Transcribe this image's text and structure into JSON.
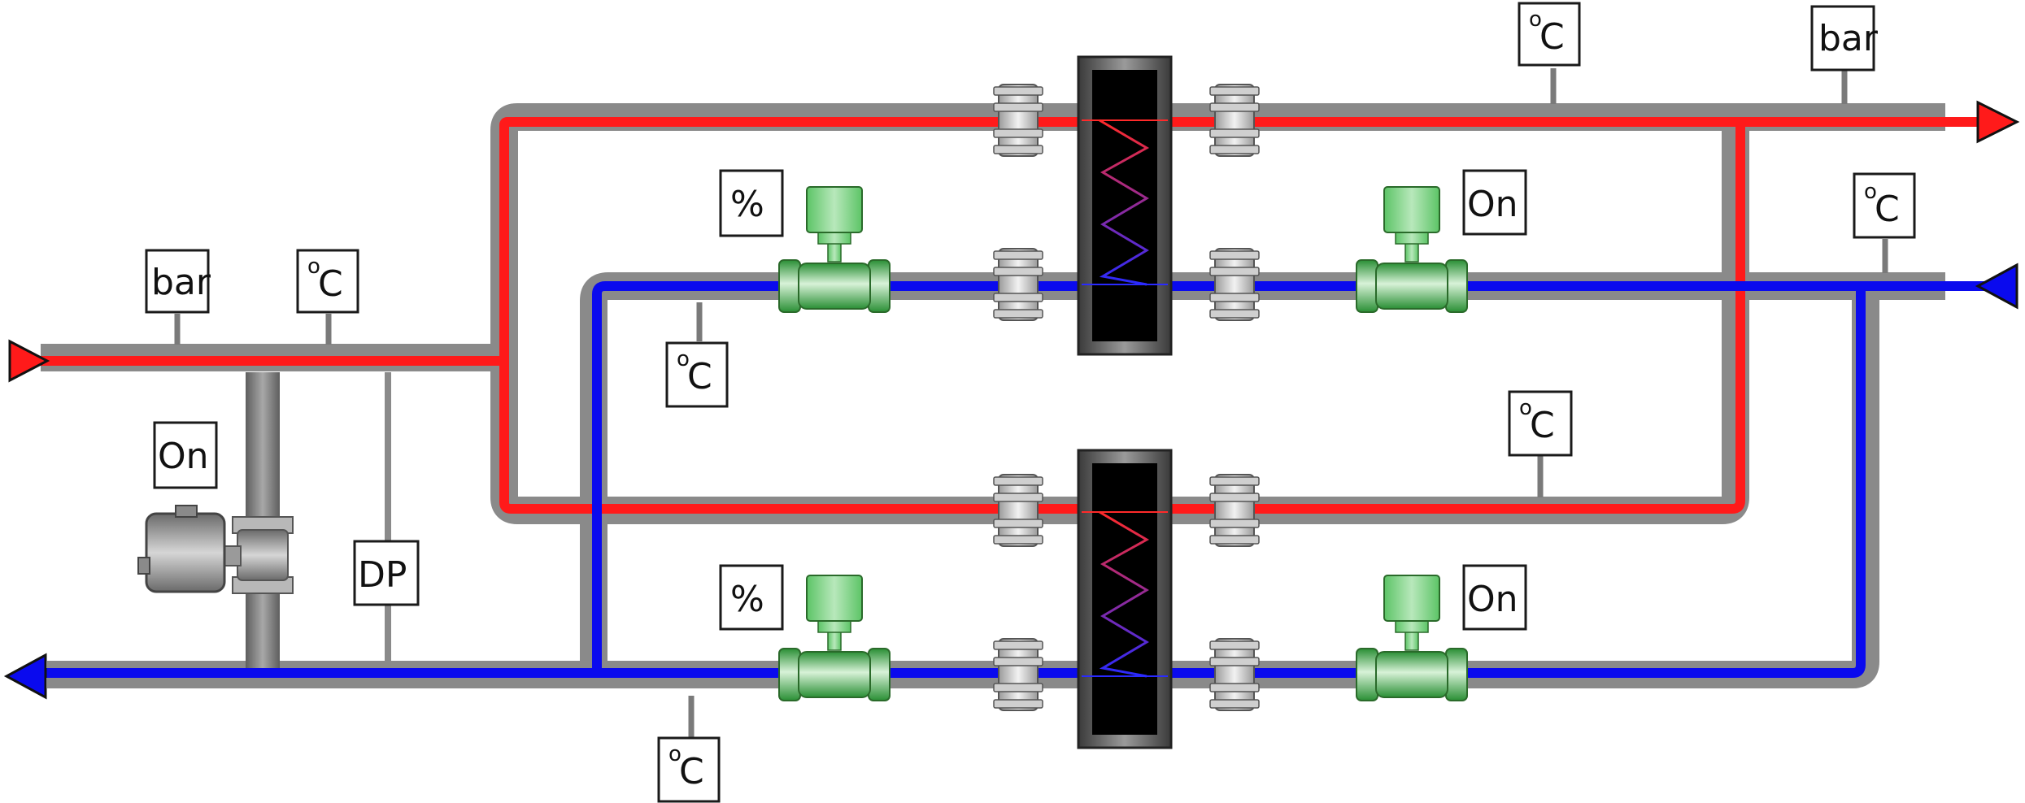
{
  "diagram": {
    "colors": {
      "hot_line": "#ff1a1a",
      "cold_line": "#0a0aee",
      "pipe": "#8a8a8a",
      "valve_body": "#3fb84a",
      "heat_exchanger": "#000000"
    },
    "tags": {
      "top_outlet_temp": "C",
      "top_outlet_pressure": "bar",
      "top_return_temp": "C",
      "upper_valve_percent": "%",
      "upper_pump_status": "On",
      "upper_inlet_temp": "C",
      "inlet_pressure": "bar",
      "inlet_temp": "C",
      "lower_hot_temp": "C",
      "pump_status": "On",
      "diff_pressure": "DP",
      "lower_valve_percent": "%",
      "lower_pump_status": "On",
      "bottom_return_temp": "C"
    },
    "degree_symbol": "o"
  }
}
